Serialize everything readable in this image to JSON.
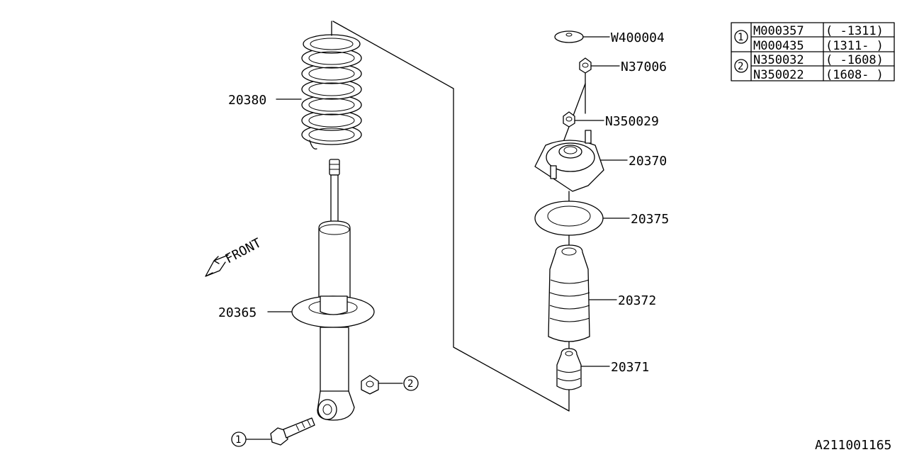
{
  "diagram": {
    "callouts": {
      "spring": "20380",
      "shock": "20365",
      "cap": "W400004",
      "nut_top": "N37006",
      "nut_mount": "N350029",
      "mount": "20370",
      "seat": "20375",
      "boot": "20372",
      "bumper": "20371",
      "ref1": "1",
      "ref2": "2"
    },
    "front_label": "FRONT",
    "drawing_code": "A211001165"
  },
  "parts_table": {
    "rows": [
      {
        "ref": "1",
        "part": "M000357",
        "range": "( -1311)"
      },
      {
        "ref": "",
        "part": "M000435",
        "range": "(1311- )"
      },
      {
        "ref": "2",
        "part": "N350032",
        "range": "( -1608)"
      },
      {
        "ref": "",
        "part": "N350022",
        "range": "(1608- )"
      }
    ]
  }
}
